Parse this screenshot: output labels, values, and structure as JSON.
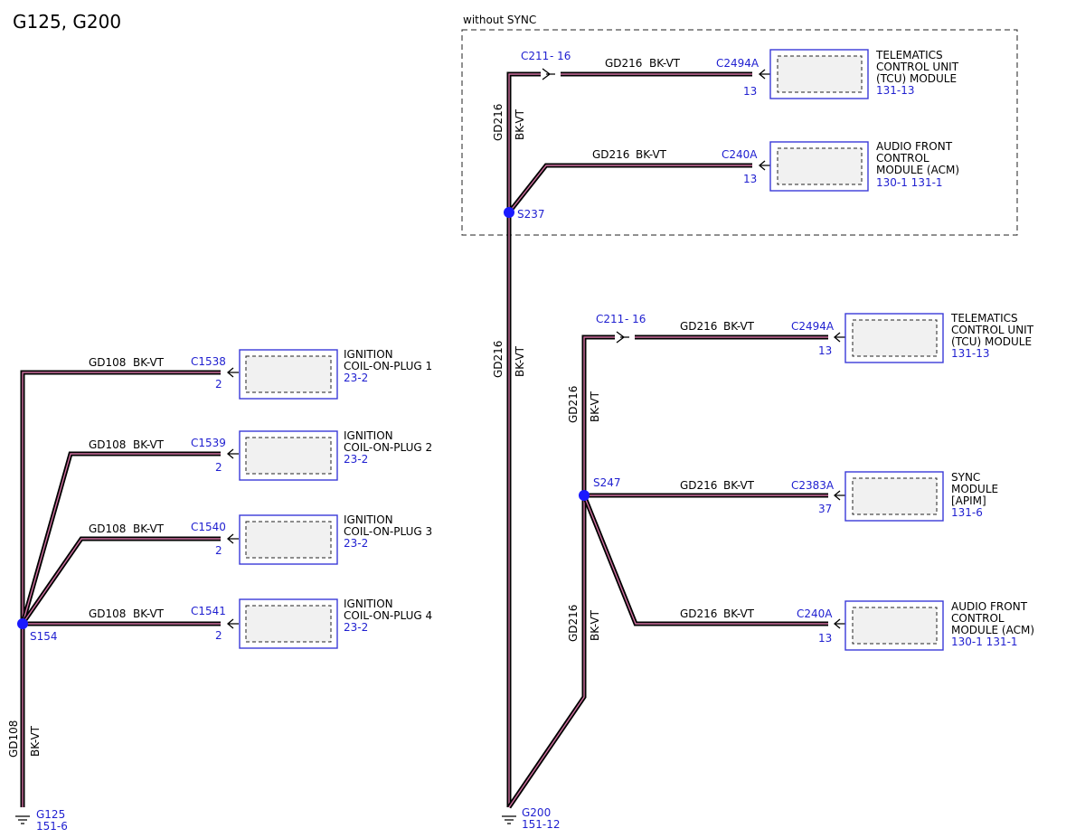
{
  "page_title": "G125, G200",
  "without_sync_label": "without SYNC",
  "wire_color": "BK-VT",
  "circuit_left": "GD108",
  "circuit_right": "GD216",
  "colors": {
    "wire_outer": "#000000",
    "wire_inner": "#d070a0",
    "label_blue": "#1f1fd0",
    "splice": "#1a1aff"
  },
  "splices": {
    "s154": "S154",
    "s237": "S237",
    "s247": "S247"
  },
  "grounds": {
    "g125": {
      "id": "G125",
      "ref": "151-6"
    },
    "g200": {
      "id": "G200",
      "ref": "151-12"
    }
  },
  "inline_connector": {
    "id": "C211",
    "pin": "- 16"
  },
  "left_components": [
    {
      "connector": "C1538",
      "pin": "2",
      "name": [
        "IGNITION",
        "COIL-ON-PLUG 1"
      ],
      "ref": "23-2"
    },
    {
      "connector": "C1539",
      "pin": "2",
      "name": [
        "IGNITION",
        "COIL-ON-PLUG 2"
      ],
      "ref": "23-2"
    },
    {
      "connector": "C1540",
      "pin": "2",
      "name": [
        "IGNITION",
        "COIL-ON-PLUG 3"
      ],
      "ref": "23-2"
    },
    {
      "connector": "C1541",
      "pin": "2",
      "name": [
        "IGNITION",
        "COIL-ON-PLUG 4"
      ],
      "ref": "23-2"
    }
  ],
  "without_sync_components": [
    {
      "connector": "C2494A",
      "pin": "13",
      "name": [
        "TELEMATICS",
        "CONTROL UNIT",
        "(TCU) MODULE"
      ],
      "ref": "131-13"
    },
    {
      "connector": "C240A",
      "pin": "13",
      "name": [
        "AUDIO FRONT",
        "CONTROL",
        "MODULE (ACM)"
      ],
      "ref": "130-1   131-1"
    }
  ],
  "with_sync_components": [
    {
      "connector": "C2494A",
      "pin": "13",
      "name": [
        "TELEMATICS",
        "CONTROL UNIT",
        "(TCU) MODULE"
      ],
      "ref": "131-13"
    },
    {
      "connector": "C2383A",
      "pin": "37",
      "name": [
        "SYNC",
        "MODULE",
        "[APIM]"
      ],
      "ref": "131-6"
    },
    {
      "connector": "C240A",
      "pin": "13",
      "name": [
        "AUDIO FRONT",
        "CONTROL",
        "MODULE (ACM)"
      ],
      "ref": "130-1   131-1"
    }
  ]
}
